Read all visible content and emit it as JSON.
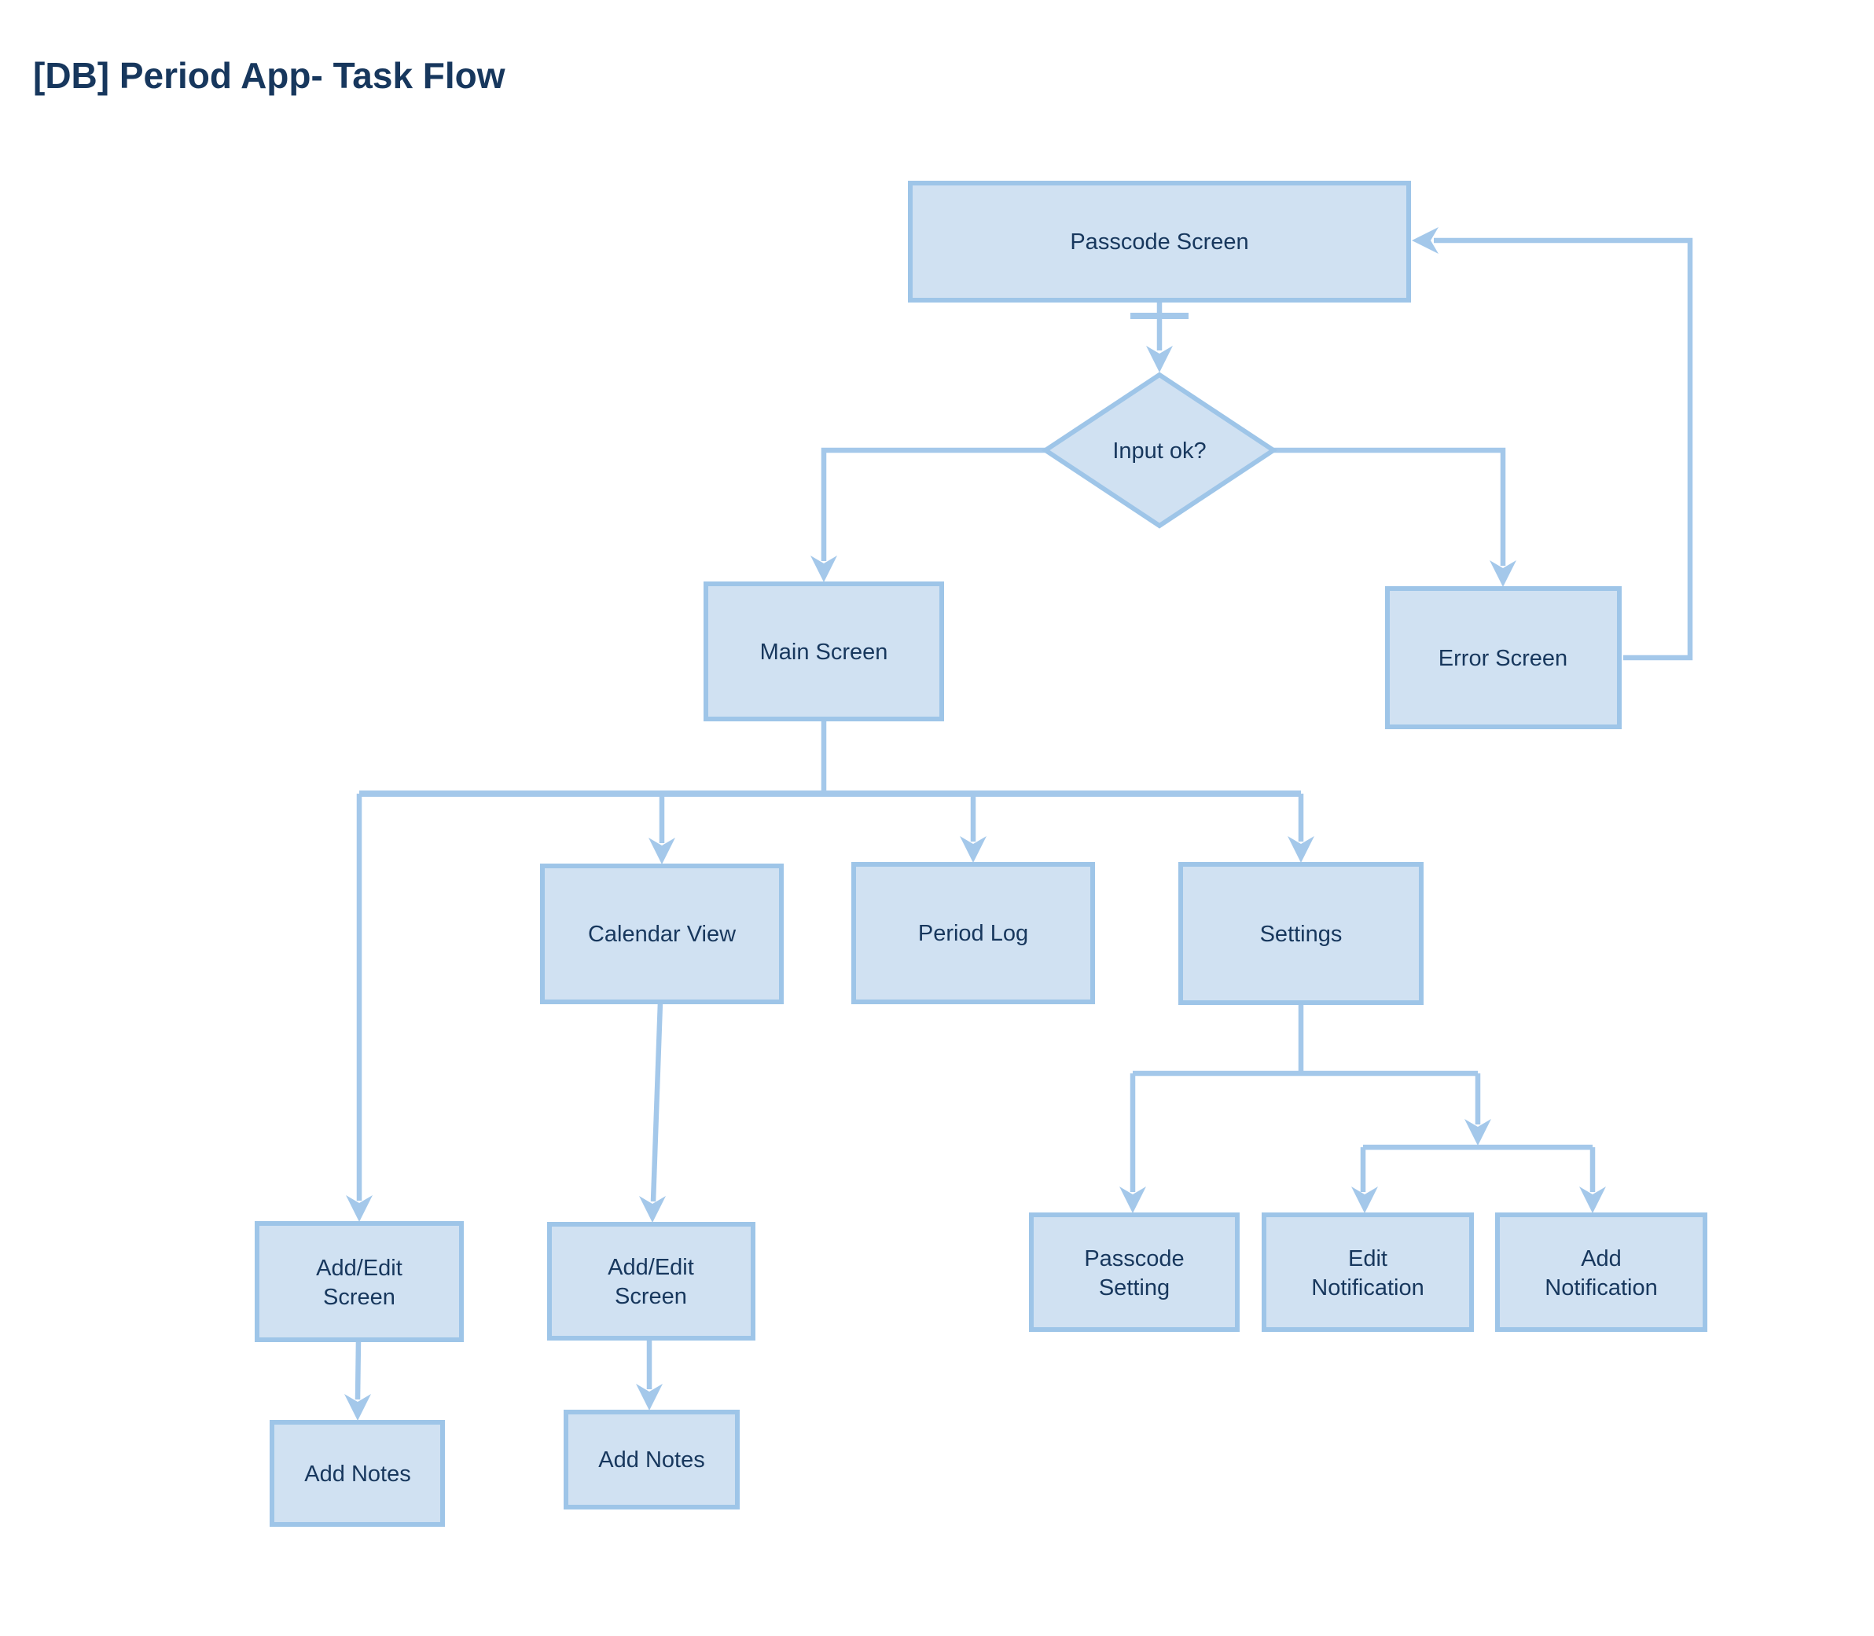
{
  "title": "[DB] Period App- Task Flow",
  "colors": {
    "node_fill": "#d0e1f2",
    "node_border": "#9ec5e8",
    "connector": "#a4c8ea",
    "text": "#17375d",
    "canvas_bg": "#ffffff"
  },
  "nodes": {
    "passcode_screen": {
      "label": "Passcode Screen"
    },
    "input_ok": {
      "label": "Input ok?"
    },
    "main_screen": {
      "label": "Main Screen"
    },
    "error_screen": {
      "label": "Error Screen"
    },
    "calendar_view": {
      "label": "Calendar View"
    },
    "period_log": {
      "label": "Period Log"
    },
    "settings": {
      "label": "Settings"
    },
    "add_edit_screen_left": {
      "lines": [
        "Add/Edit",
        "Screen"
      ]
    },
    "add_notes_left": {
      "label": "Add Notes"
    },
    "add_edit_screen_calendar": {
      "lines": [
        "Add/Edit",
        "Screen"
      ]
    },
    "add_notes_calendar": {
      "label": "Add Notes"
    },
    "passcode_setting": {
      "lines": [
        "Passcode",
        "Setting"
      ]
    },
    "edit_notification": {
      "lines": [
        "Edit",
        "Notification"
      ]
    },
    "add_notification": {
      "lines": [
        "Add",
        "Notification"
      ]
    }
  }
}
